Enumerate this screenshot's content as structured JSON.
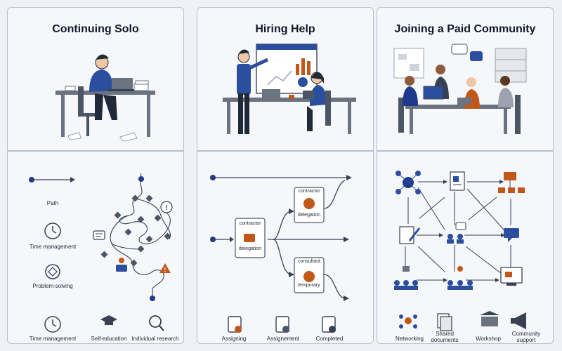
{
  "panels": [
    {
      "title": "Continuing Solo",
      "path_label": "Path",
      "time_management_label": "Time management",
      "problem_solving_label": "Problem-solving",
      "footer": [
        "Time management",
        "Self-education",
        "Individual research"
      ]
    },
    {
      "title": "Hiring Help",
      "contractor_top": [
        "contractor",
        "delegation"
      ],
      "contractor_left": [
        "contractor",
        "delegation"
      ],
      "consultant": [
        "consultant",
        "temporary"
      ],
      "footer": [
        "Assigning",
        "Assignement",
        "Completed"
      ]
    },
    {
      "title": "Joining a Paid Community",
      "footer": [
        "Networking",
        "Shared\ndocuments",
        "Workshop",
        "Community\nsupport"
      ]
    }
  ],
  "colors": {
    "navy": "#1e3a8a",
    "blue": "#2b4f9e",
    "orange": "#c2571a",
    "gray": "#4b5563",
    "panel_bg": "#f5f7fa"
  }
}
